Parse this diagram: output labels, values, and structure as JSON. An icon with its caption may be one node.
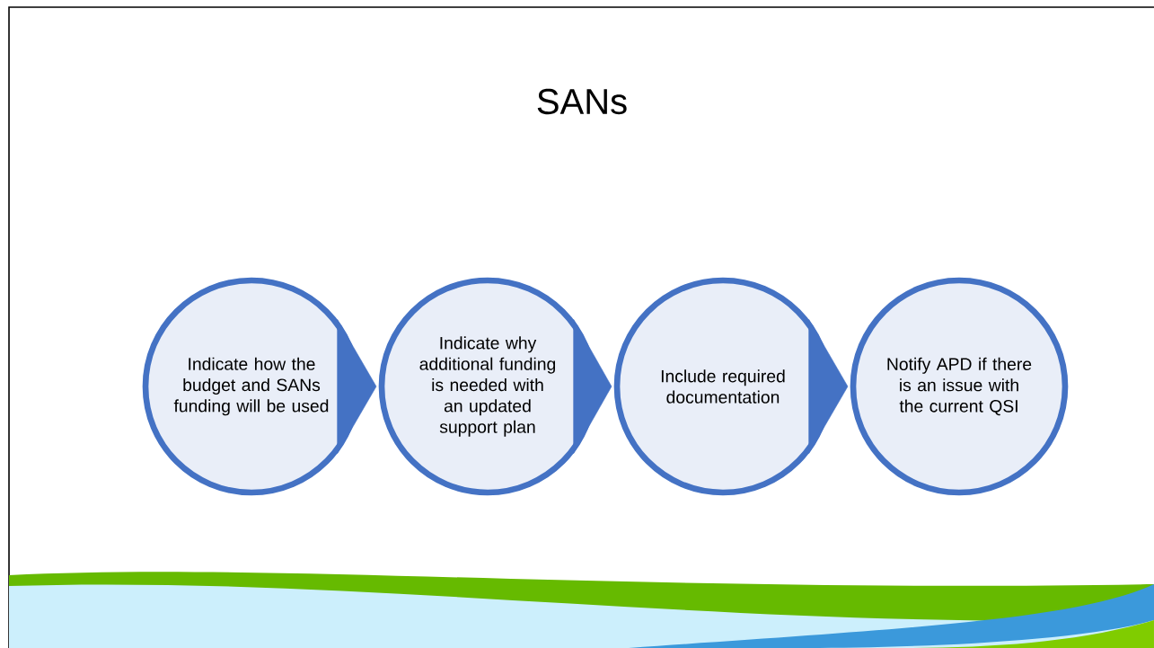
{
  "diagram": {
    "title": "SANs",
    "nodes": [
      {
        "text": [
          "Indicate how the budget and SANs funding will be used"
        ]
      },
      {
        "text": [
          "Indicate why additional funding is needed with an updated support plan"
        ]
      },
      {
        "text": [
          "Include required documentation"
        ]
      },
      {
        "text": [
          "Notify APD if there is an issue with the current QSI"
        ]
      }
    ],
    "edges": [
      {
        "from": 0,
        "to": 1,
        "arrow": "to"
      },
      {
        "from": 1,
        "to": 2,
        "arrow": "to"
      },
      {
        "from": 2,
        "to": 3,
        "arrow": "to"
      }
    ]
  }
}
